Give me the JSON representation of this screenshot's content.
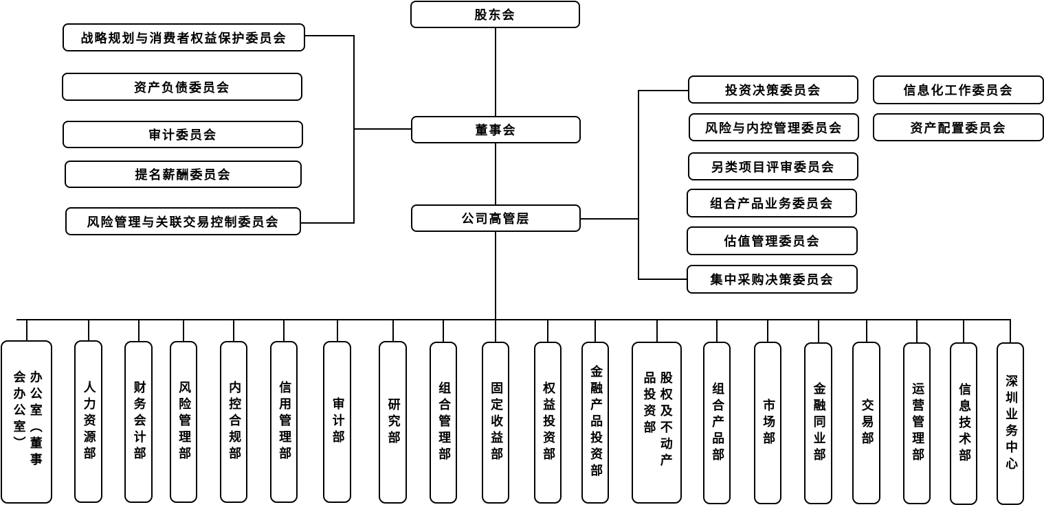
{
  "top": {
    "shareholders": "股东会",
    "board": "董事会",
    "management": "公司高管层"
  },
  "board_committees": [
    "战略规划与消费者权益保护委员会",
    "资产负债委员会",
    "审计委员会",
    "提名薪酬委员会",
    "风险管理与关联交易控制委员会"
  ],
  "management_committees": [
    "投资决策委员会",
    "风险与内控管理委员会",
    "另类项目评审委员会",
    "组合产品业务委员会",
    "估值管理委员会",
    "集中采购决策委员会"
  ],
  "other_committees": [
    "信息化工作委员会",
    "资产配置委员会"
  ],
  "departments": [
    "办公室（董事会办公室）",
    "人力资源部",
    "财务会计部",
    "风险管理部",
    "内控合规部",
    "信用管理部",
    "审计部",
    "研究部",
    "组合管理部",
    "固定收益部",
    "权益投资部",
    "金融产品投资部",
    "股权及不动产品投资部",
    "组合产品部",
    "市场部",
    "金融同业部",
    "交易部",
    "运营管理部",
    "信息技术部",
    "深圳业务中心"
  ]
}
